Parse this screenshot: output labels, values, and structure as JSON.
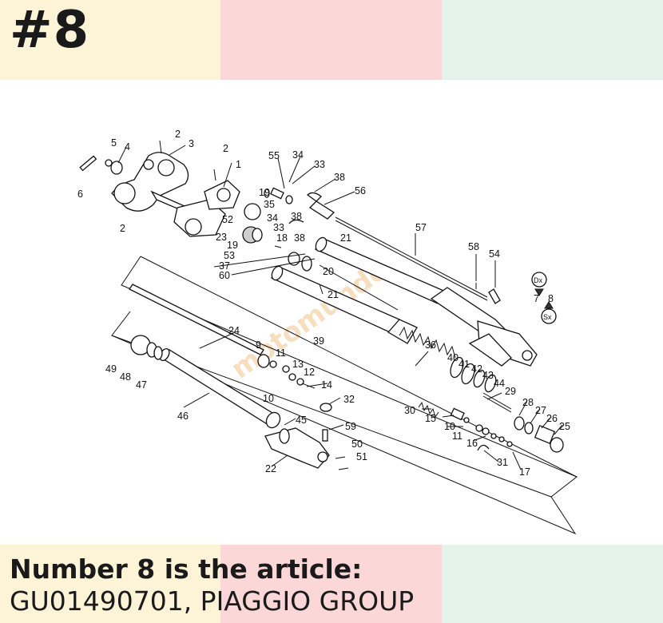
{
  "header": {
    "badge": "#8",
    "band_colors": [
      "#fdf4d7",
      "#fcd7d7",
      "#e3f3ec"
    ]
  },
  "caption": {
    "line1": "Number 8 is the article:",
    "line2": "GU01490701, PIAGGIO GROUP"
  },
  "diagram": {
    "part_numbers": [
      "1",
      "2",
      "2",
      "2",
      "3",
      "4",
      "5",
      "6",
      "7",
      "8",
      "9",
      "10",
      "10",
      "11",
      "11",
      "12",
      "13",
      "14",
      "15",
      "16",
      "17",
      "18",
      "19",
      "19",
      "20",
      "21",
      "21",
      "22",
      "23",
      "24",
      "25",
      "26",
      "27",
      "28",
      "29",
      "30",
      "31",
      "32",
      "33",
      "33",
      "34",
      "34",
      "35",
      "36",
      "37",
      "38",
      "38",
      "38",
      "39",
      "40",
      "41",
      "42",
      "43",
      "44",
      "45",
      "46",
      "47",
      "48",
      "49",
      "50",
      "51",
      "52",
      "53",
      "54",
      "55",
      "56",
      "57",
      "58",
      "59",
      "60"
    ],
    "side_labels": [
      "Dx",
      "Sx"
    ],
    "watermark": "motomundo"
  }
}
